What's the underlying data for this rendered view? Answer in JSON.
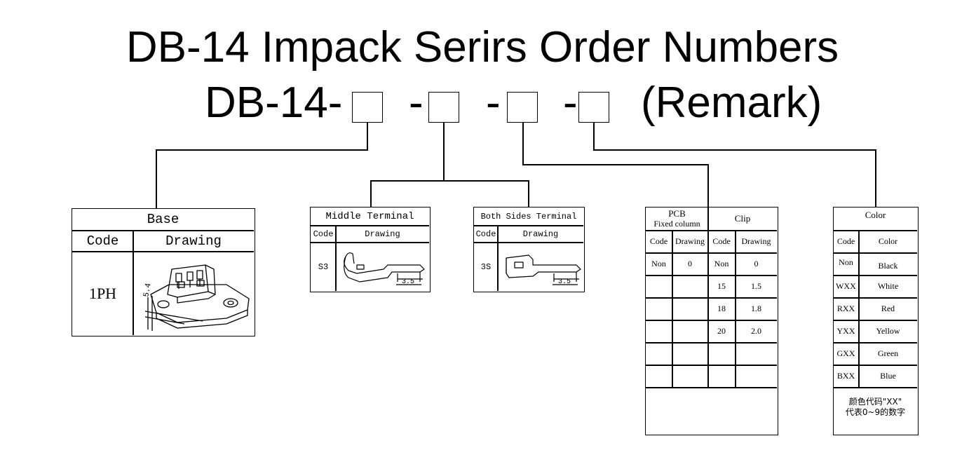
{
  "header": {
    "title": "DB-14 Impack Serirs Order Numbers",
    "prefix": "DB-14-",
    "sep1": "-",
    "sep2": "-",
    "sep3": "-",
    "remark": "(Remark)"
  },
  "base": {
    "title": "Base",
    "col_code": "Code",
    "col_drawing": "Drawing",
    "row_code": "1PH",
    "dim_label": "5.4"
  },
  "middle_terminal": {
    "title": "Middle Terminal",
    "col_code": "Code",
    "col_drawing": "Drawing",
    "row_code": "S3",
    "dim_label": "3.5"
  },
  "both_sides_terminal": {
    "title": "Both Sides Terminal",
    "col_code": "Code",
    "col_drawing": "Drawing",
    "row_code": "3S",
    "dim_label": "3.5"
  },
  "pcb_clip": {
    "pcb_title_1": "PCB",
    "pcb_title_2": "Fixed column",
    "clip_title": "Clip",
    "headers": [
      "Code",
      "Drawing",
      "Code",
      "Drawing"
    ],
    "rows": [
      [
        "Non",
        "0",
        "Non",
        "0"
      ],
      [
        "",
        "",
        "15",
        "1.5"
      ],
      [
        "",
        "",
        "18",
        "1.8"
      ],
      [
        "",
        "",
        "20",
        "2.0"
      ],
      [
        "",
        "",
        "",
        ""
      ],
      [
        "",
        "",
        "",
        ""
      ]
    ]
  },
  "color": {
    "title": "Color",
    "col_code": "Code",
    "col_color": "Color",
    "rows": [
      [
        "Non",
        "Black"
      ],
      [
        "WXX",
        "White"
      ],
      [
        "RXX",
        "Red"
      ],
      [
        "YXX",
        "Yellow"
      ],
      [
        "GXX",
        "Green"
      ],
      [
        "BXX",
        "Blue"
      ]
    ],
    "note_1": "颜色代码\"XX\"",
    "note_2": "代表0~9的数字"
  }
}
